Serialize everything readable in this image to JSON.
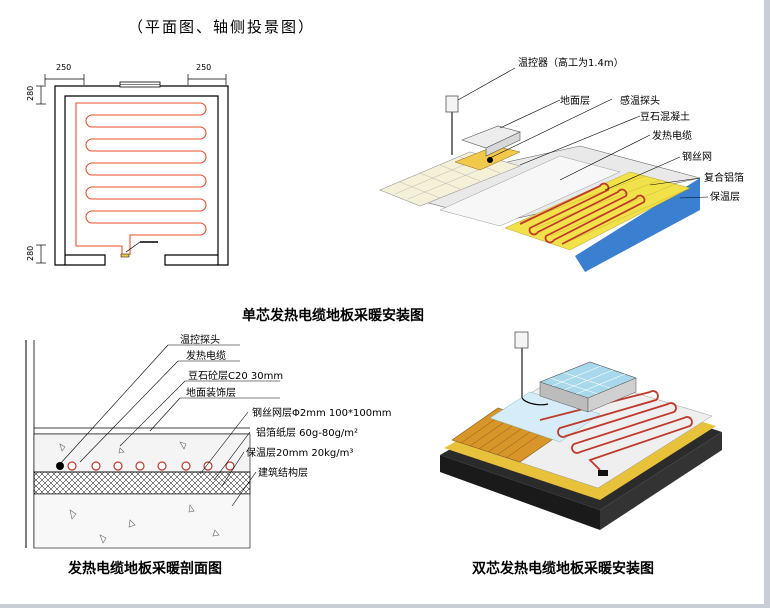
{
  "top_title": "（平面图、轴侧投景图）",
  "plan": {
    "dim_top_left": "250",
    "dim_top_right": "250",
    "dim_left_top": "280",
    "dim_left_bottom": "280"
  },
  "iso1": {
    "labels": [
      "温控器（高工为1.4m）",
      "地面层",
      "感温探头",
      "豆石混凝土",
      "发热电缆",
      "钢丝网",
      "复合铝箔",
      "保温层"
    ]
  },
  "caption1": "单芯发热电缆地板采暖安装图",
  "section": {
    "labels": [
      "温控探头",
      "发热电缆",
      "豆石砼层C20   30mm",
      "地面装饰层",
      "钢丝网层Φ2mm   100*100mm",
      "铝箔纸层  60g-80g/m²",
      "保温层20mm   20kg/m³",
      "建筑结构层"
    ]
  },
  "caption2": "发热电缆地板采暖剖面图",
  "caption3": "双芯发热电缆地板采暖安装图",
  "colors": {
    "cable": "#e8502a",
    "mesh_yellow": "#f2e24a",
    "insulation_blue": "#3a7fd0",
    "tile": "#f5f0d8"
  }
}
